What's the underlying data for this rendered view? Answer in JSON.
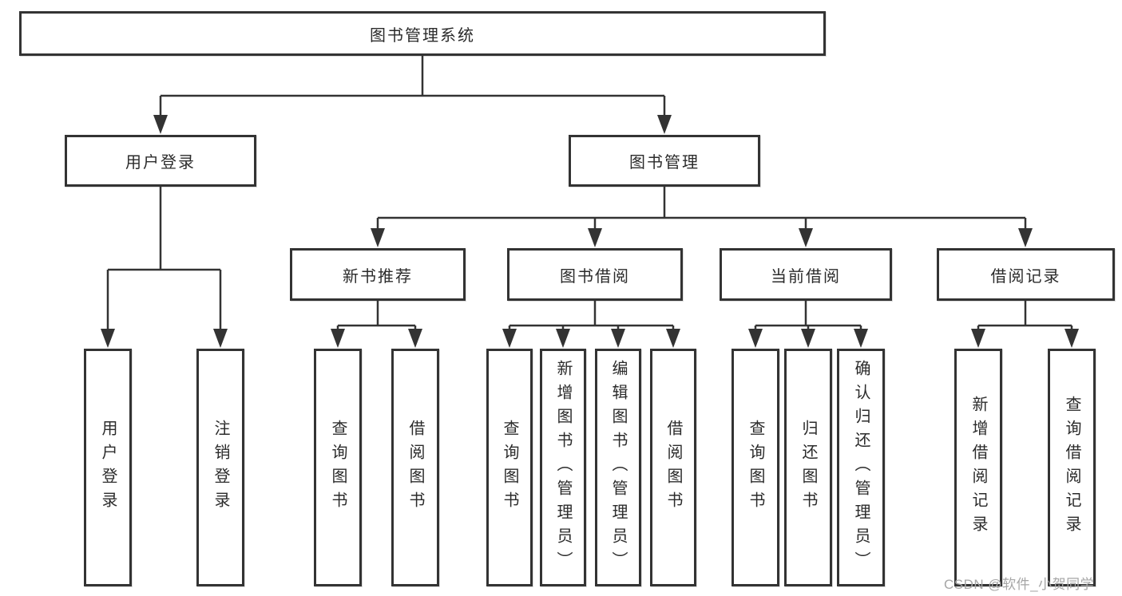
{
  "nodes": {
    "root": "图书管理系统",
    "user_login": "用户登录",
    "book_mgmt": "图书管理",
    "new_books": "新书推荐",
    "book_borrow": "图书借阅",
    "current_borrow": "当前借阅",
    "borrow_records": "借阅记录"
  },
  "leaves": {
    "user_login": [
      "用户登录",
      "注销登录"
    ],
    "new_books": [
      "查询图书",
      "借阅图书"
    ],
    "book_borrow": [
      "查询图书",
      "新增图书（管理员）",
      "编辑图书（管理员）",
      "借阅图书"
    ],
    "current_borrow": [
      "查询图书",
      "归还图书",
      "确认归还（管理员）"
    ],
    "borrow_records": [
      "新增借阅记录",
      "查询借阅记录"
    ]
  },
  "watermark": "CSDN @软件_小贺同学",
  "colors": {
    "line": "#333333",
    "box_border": "#333333",
    "box_bg": "#ffffff",
    "text": "#2b2b2b",
    "watermark": "#a6a6a6"
  }
}
